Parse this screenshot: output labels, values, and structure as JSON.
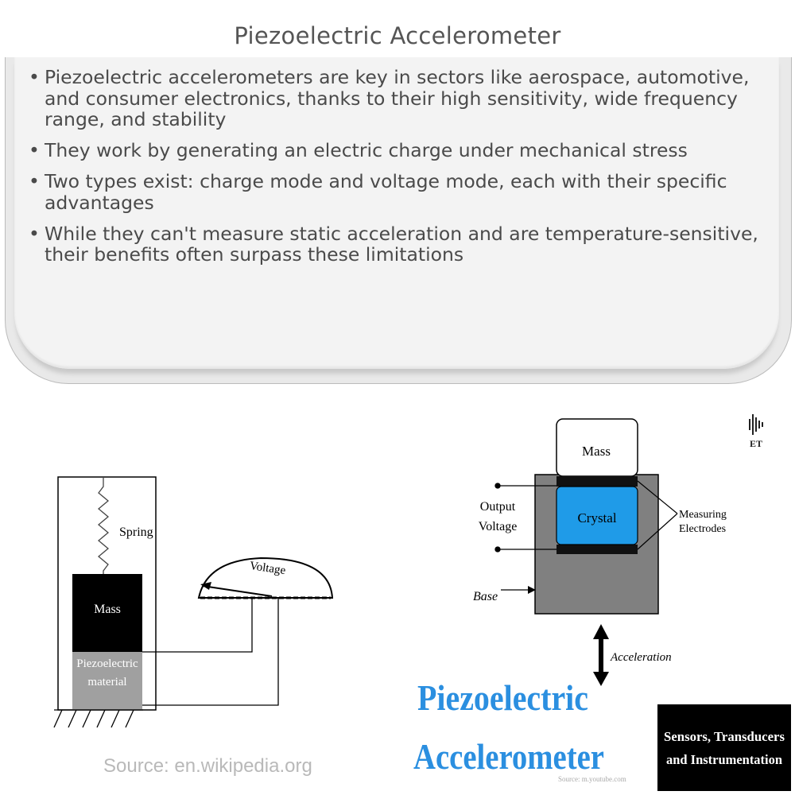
{
  "title": "Piezoelectric Accelerometer",
  "bullets": [
    "Piezoelectric accelerometers are key in sectors like aerospace, automotive, and consumer electronics, thanks to their high sensitivity, wide frequency range, and stability",
    "They work by generating an electric charge under mechanical stress",
    "Two types exist: charge mode and voltage mode, each with their specific advantages",
    "While they can't measure static acceleration and are temperature-sensitive, their benefits often surpass these limitations"
  ],
  "left_diagram": {
    "spring": "Spring",
    "mass": "Mass",
    "piezo_line1": "Piezoelectric",
    "piezo_line2": "material",
    "voltage": "Voltage",
    "source": "Source: en.wikipedia.org"
  },
  "right_diagram": {
    "mass": "Mass",
    "crystal": "Crystal",
    "output_line1": "Output",
    "output_line2": "Voltage",
    "measuring_line1": "Measuring",
    "measuring_line2": "Electrodes",
    "base": "Base",
    "acceleration": "Acceleration",
    "big_title_line1": "Piezoelectric",
    "big_title_line2": "Accelerometer",
    "source": "Source: m.youtube.com",
    "badge_line1": "Sensors, Transducers",
    "badge_line2": "and Instrumentation",
    "logo_text": "ET"
  },
  "colors": {
    "crystal": "#1f9be8",
    "base": "#808080",
    "big_title": "#2b8fe0",
    "badge_bg": "#000000"
  }
}
